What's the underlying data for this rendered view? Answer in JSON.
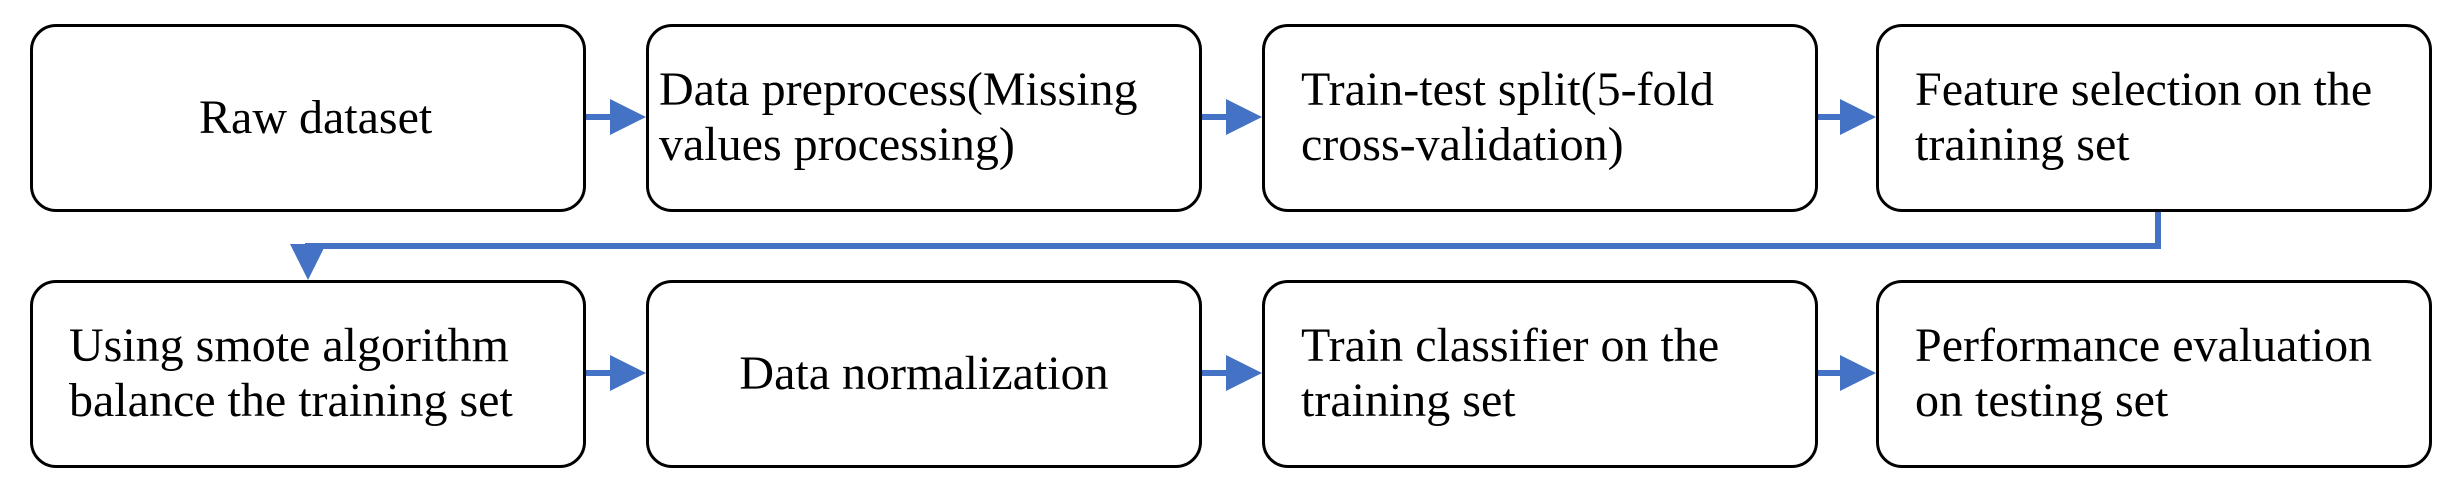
{
  "diagram": {
    "colors": {
      "arrow": "#4472C4",
      "box_border": "#000000",
      "box_fill": "#FFFFFF",
      "text": "#000000"
    },
    "steps": [
      {
        "label": "Raw dataset"
      },
      {
        "label": "Data preprocess(Missing values processing)"
      },
      {
        "label": "Train-test split(5-fold cross-validation)"
      },
      {
        "label": "Feature selection on the training set"
      },
      {
        "label": "Using smote algorithm balance the training set"
      },
      {
        "label": "Data normalization"
      },
      {
        "label": "Train classifier on the training set"
      },
      {
        "label": "Performance evaluation on testing set"
      }
    ]
  }
}
